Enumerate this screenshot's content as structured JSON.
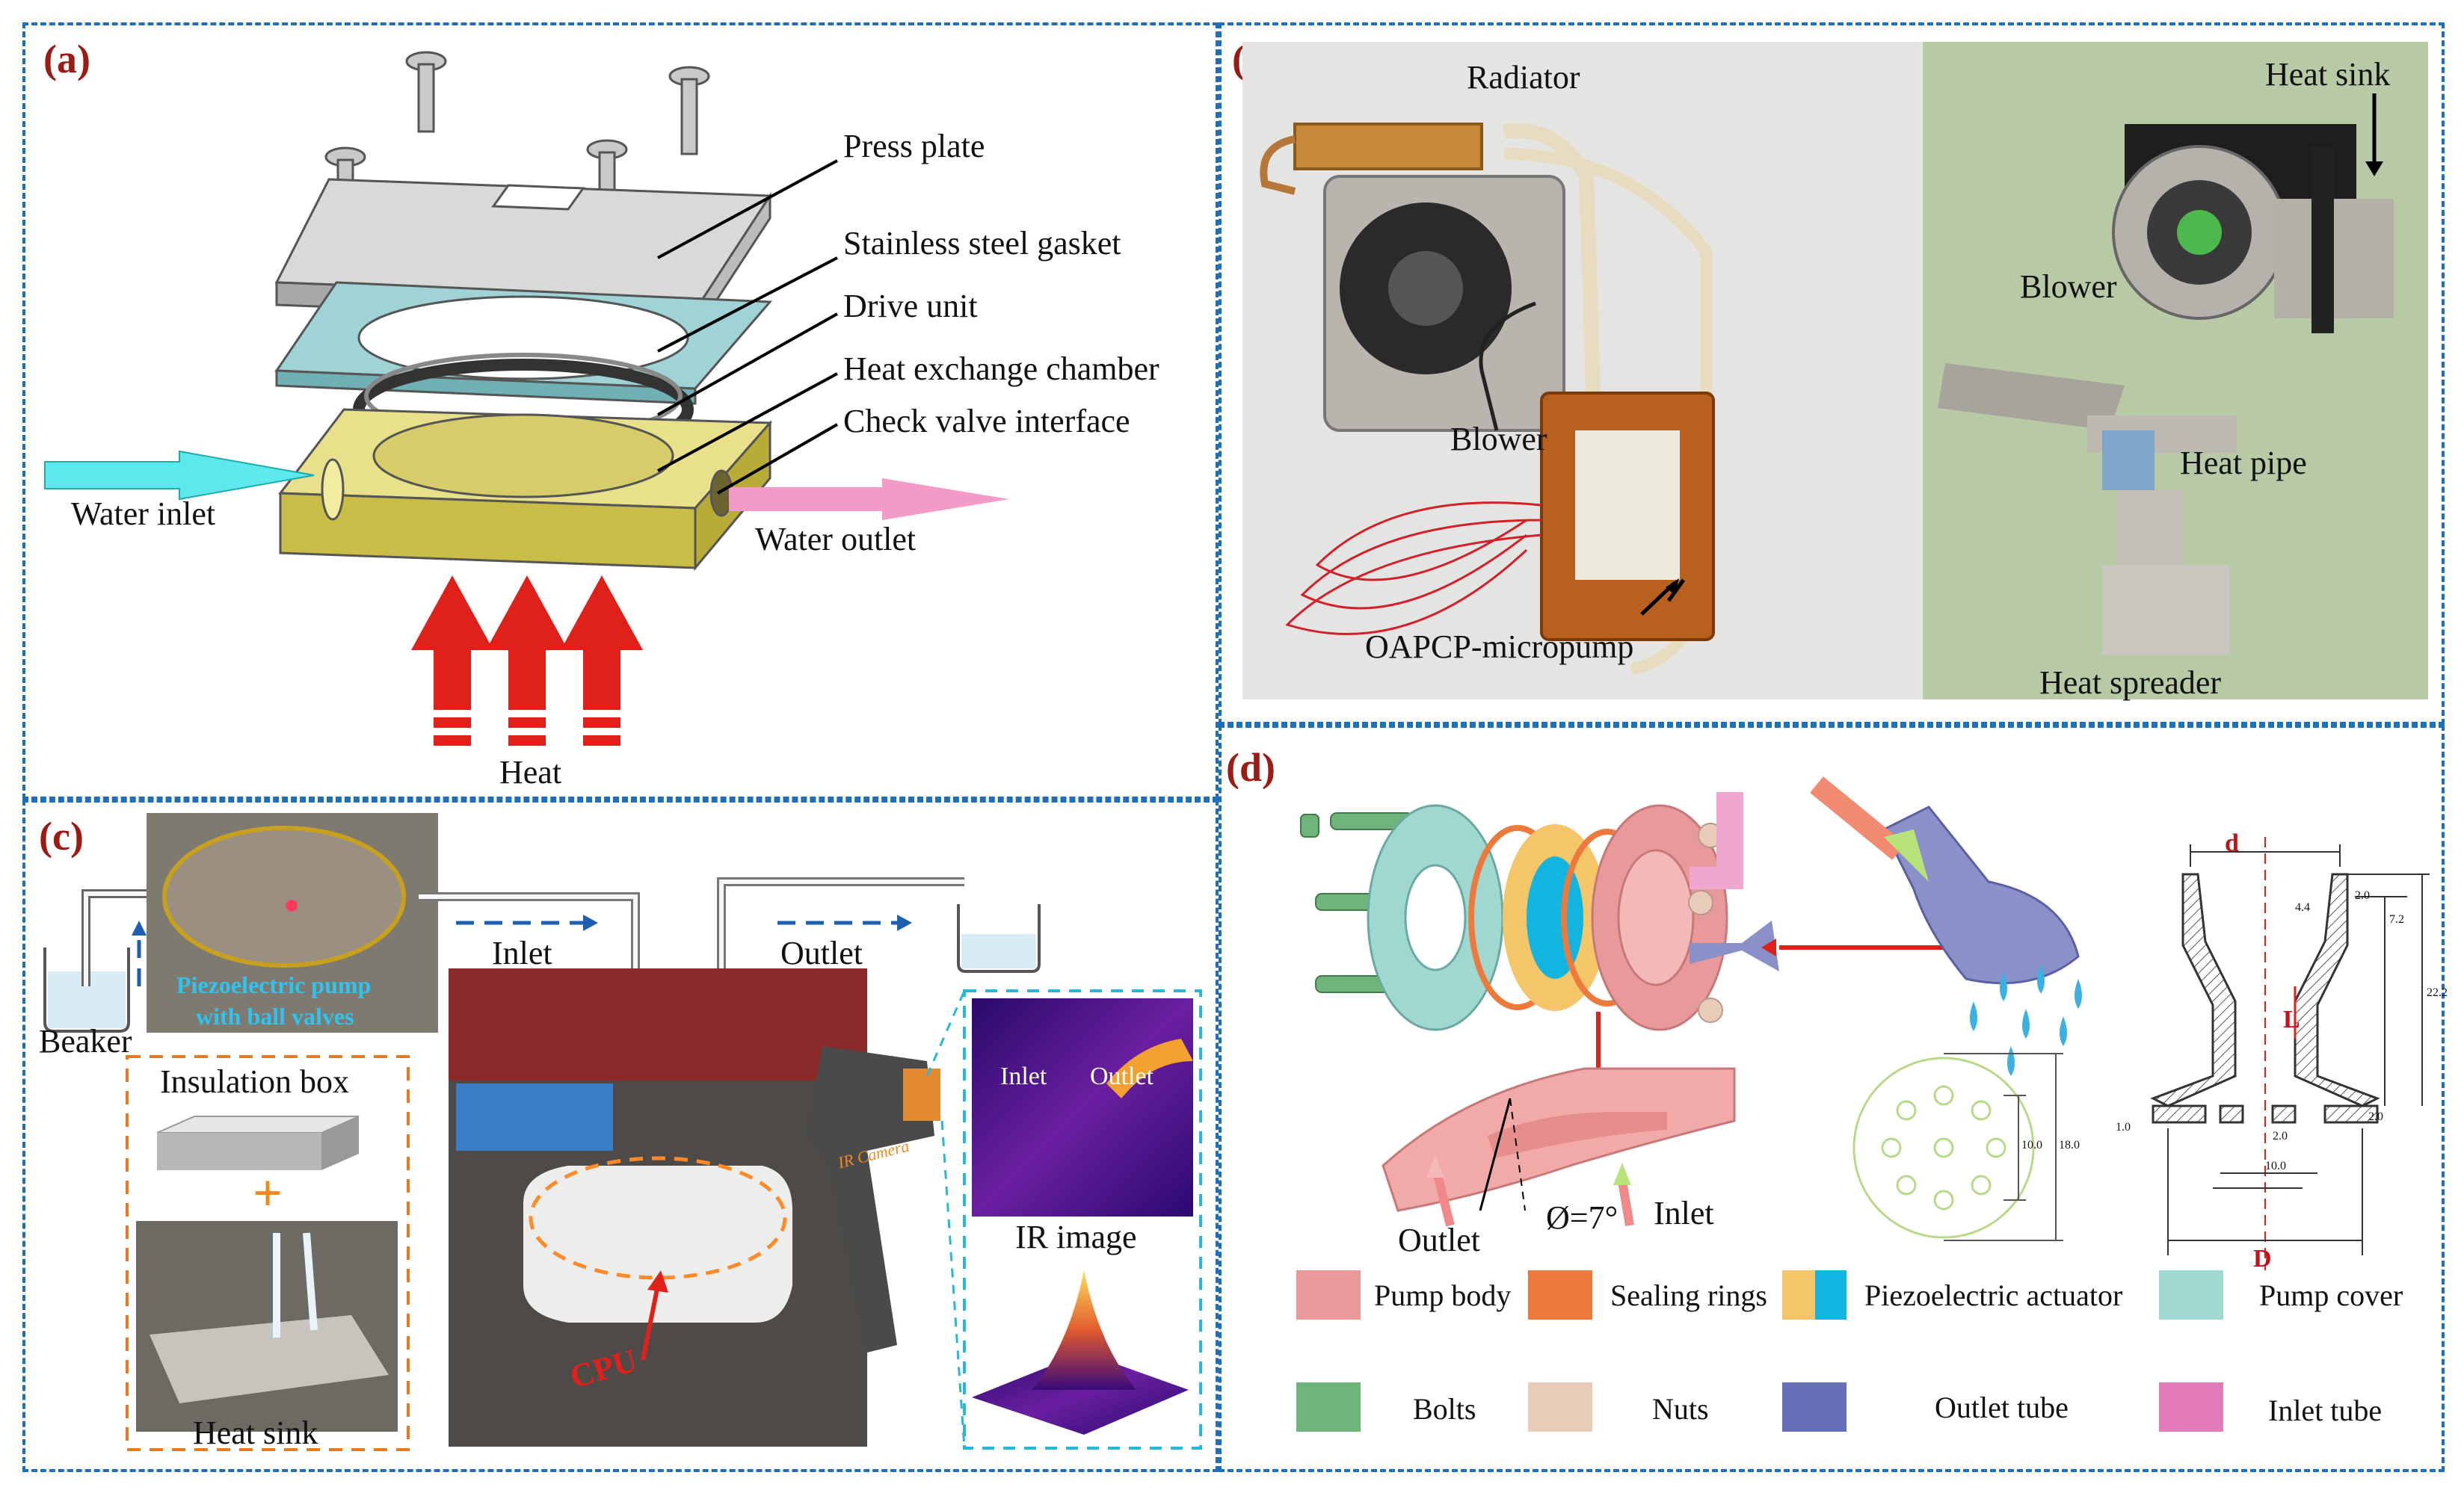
{
  "panel_a": {
    "label": "(a)",
    "parts": [
      "Press plate",
      "Stainless steel gasket",
      "Drive unit",
      "Heat exchange chamber",
      "Check valve interface"
    ],
    "water_inlet": "Water inlet",
    "water_outlet": "Water outlet",
    "heat": "Heat"
  },
  "panel_b": {
    "label": "(b)",
    "radiator": "Radiator",
    "blower_left": "Blower",
    "micropump": "OAPCP-micropump",
    "heat_sink": "Heat sink",
    "blower_right": "Blower",
    "heat_pipe": "Heat pipe",
    "heat_spreader": "Heat spreader"
  },
  "panel_c": {
    "label": "(c)",
    "beaker": "Beaker",
    "pump_caption_1": "Piezoelectric pump",
    "pump_caption_2": "with ball valves",
    "inlet": "Inlet",
    "outlet": "Outlet",
    "insulation_box": "Insulation box",
    "plus": "+",
    "heat_sink": "Heat sink",
    "cpu": "CPU",
    "ir_camera": "IR Camera",
    "ir_inlet": "Inlet",
    "ir_outlet": "Outlet",
    "ir_image": "IR image"
  },
  "panel_d": {
    "label": "(d)",
    "outlet": "Outlet",
    "angle": "Ø=7°",
    "inlet": "Inlet",
    "dim_d": "d",
    "dim_D": "D",
    "dim_L": "L",
    "dims": [
      "2.0",
      "7.2",
      "4.4",
      "22.2",
      "1.0",
      "2.0",
      "2.0",
      "10.0",
      "10.0",
      "18.0"
    ],
    "legend": [
      {
        "name": "Pump body",
        "color": "#e89a9a"
      },
      {
        "name": "Sealing rings",
        "color": "#ec7a3c"
      },
      {
        "name": "Piezoelectric actuator",
        "color": "#f5c56a",
        "color2": "#14b4e0"
      },
      {
        "name": "Pump cover",
        "color": "#9fd8d0"
      },
      {
        "name": "Bolts",
        "color": "#6fb47a"
      },
      {
        "name": "Nuts",
        "color": "#e8cbb8"
      },
      {
        "name": "Outlet tube",
        "color": "#6670b8"
      },
      {
        "name": "Inlet tube",
        "color": "#e37bb8"
      }
    ]
  }
}
